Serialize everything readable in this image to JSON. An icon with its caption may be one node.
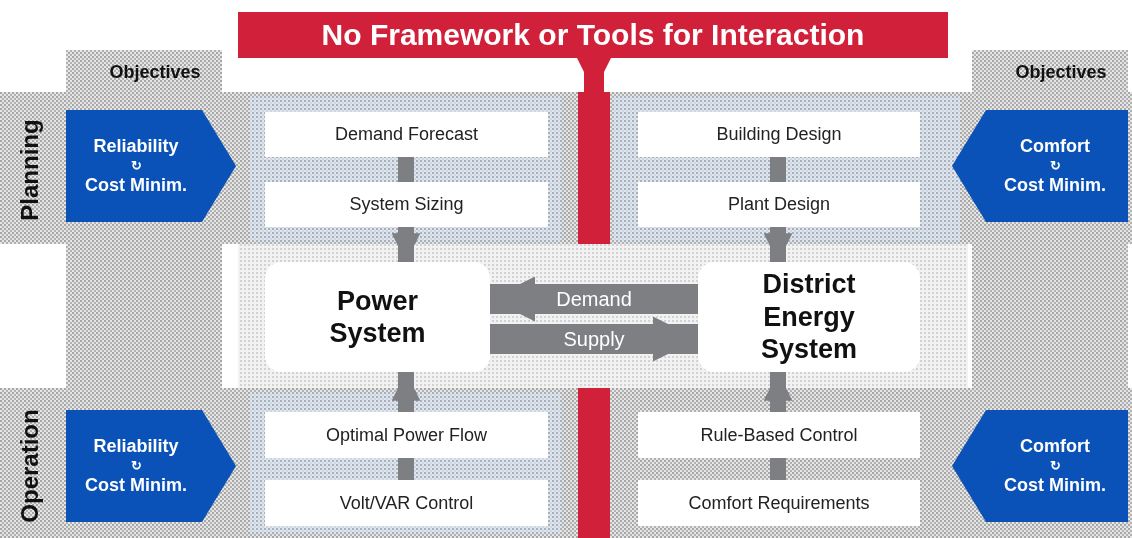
{
  "diagram": {
    "nodes": [
      {
        "text": [
          "No Framework or Tools for Interaction"
        ]
      },
      {
        "text": [],
        "shape": "bar"
      },
      {
        "text": [
          "Reliability",
          "↻",
          "Cost Minim."
        ]
      },
      {
        "text": [
          "Demand Forecast"
        ]
      },
      {
        "text": [
          "System Sizing"
        ]
      },
      {
        "text": [
          "Building Design"
        ]
      },
      {
        "text": [
          "Plant Design"
        ]
      },
      {
        "text": [
          "Comfort",
          "↻",
          "Cost Minim."
        ]
      },
      {
        "text": [
          "Power System"
        ]
      },
      {
        "text": [
          "District Energy System"
        ]
      },
      {
        "text": [
          "Reliability",
          "↻",
          "Cost Minim."
        ]
      },
      {
        "text": [
          "Optimal Power Flow"
        ]
      },
      {
        "text": [
          "Volt/VAR Control"
        ]
      },
      {
        "text": [
          "Rule-Based Control"
        ]
      },
      {
        "text": [
          "Comfort Requirements"
        ]
      },
      {
        "text": [
          "Comfort",
          "↻",
          "Cost Minim."
        ]
      },
      {
        "text": [],
        "shape": "bar"
      }
    ],
    "edges": [
      {
        "from": 0,
        "to": 1,
        "arrow": "to",
        "color": "#d0203a"
      },
      {
        "from": 3,
        "to": 4,
        "arrow": "none"
      },
      {
        "from": 4,
        "to": 8,
        "arrow": "to"
      },
      {
        "from": 5,
        "to": 6,
        "arrow": "none"
      },
      {
        "from": 6,
        "to": 9,
        "arrow": "to"
      },
      {
        "from": 9,
        "to": 8,
        "arrow": "to",
        "label": "Demand",
        "style": "thick"
      },
      {
        "from": 8,
        "to": 9,
        "arrow": "to",
        "label": "Supply",
        "style": "thick"
      },
      {
        "from": 11,
        "to": 8,
        "arrow": "to"
      },
      {
        "from": 12,
        "to": 11,
        "arrow": "none"
      },
      {
        "from": 13,
        "to": 9,
        "arrow": "to"
      },
      {
        "from": 14,
        "to": 13,
        "arrow": "none"
      }
    ],
    "labels": [
      "Objectives",
      "Objectives",
      "Planning",
      "Operation"
    ]
  }
}
